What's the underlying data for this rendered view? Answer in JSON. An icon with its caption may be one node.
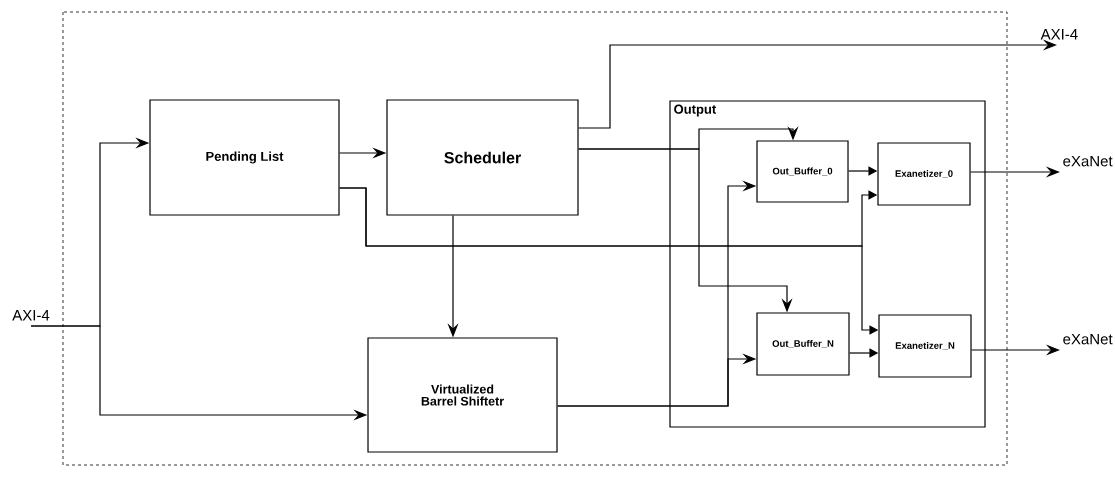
{
  "diagram": {
    "nodes": [
      {
        "text": [
          "AXI-4"
        ]
      },
      {
        "text": [
          "Pending List"
        ]
      },
      {
        "text": [
          "Scheduler"
        ]
      },
      {
        "text": [
          "Virtualized Barrel Shiftetr"
        ]
      },
      {
        "text": [
          "Output"
        ]
      },
      {
        "text": [
          "Out_Buffer_0"
        ],
        "in": 4
      },
      {
        "text": [
          "Exanetizer_0"
        ],
        "in": 4
      },
      {
        "text": [
          "Out_Buffer_N"
        ],
        "in": 4
      },
      {
        "text": [
          "Exanetizer_N"
        ],
        "in": 4
      },
      {
        "text": [
          "AXI-4"
        ]
      },
      {
        "text": [
          "eXaNet"
        ]
      },
      {
        "text": [
          "eXaNet"
        ]
      }
    ],
    "edges": [
      {
        "from": 0,
        "to": 1,
        "arrow": "to"
      },
      {
        "from": 0,
        "to": 3,
        "arrow": "to"
      },
      {
        "from": 1,
        "to": 2,
        "arrow": "to"
      },
      {
        "from": 2,
        "to": 3,
        "arrow": "to"
      },
      {
        "from": 2,
        "to": 9,
        "arrow": "to"
      },
      {
        "from": 2,
        "to": 5,
        "arrow": "to"
      },
      {
        "from": 2,
        "to": 7,
        "arrow": "to"
      },
      {
        "from": 1,
        "to": 6,
        "arrow": "to"
      },
      {
        "from": 1,
        "to": 8,
        "arrow": "to"
      },
      {
        "from": 3,
        "to": 5,
        "arrow": "to"
      },
      {
        "from": 3,
        "to": 7,
        "arrow": "to"
      },
      {
        "from": 5,
        "to": 6,
        "arrow": "to"
      },
      {
        "from": 7,
        "to": 8,
        "arrow": "to"
      },
      {
        "from": 6,
        "to": 10,
        "arrow": "to"
      },
      {
        "from": 8,
        "to": 11,
        "arrow": "to"
      }
    ]
  }
}
